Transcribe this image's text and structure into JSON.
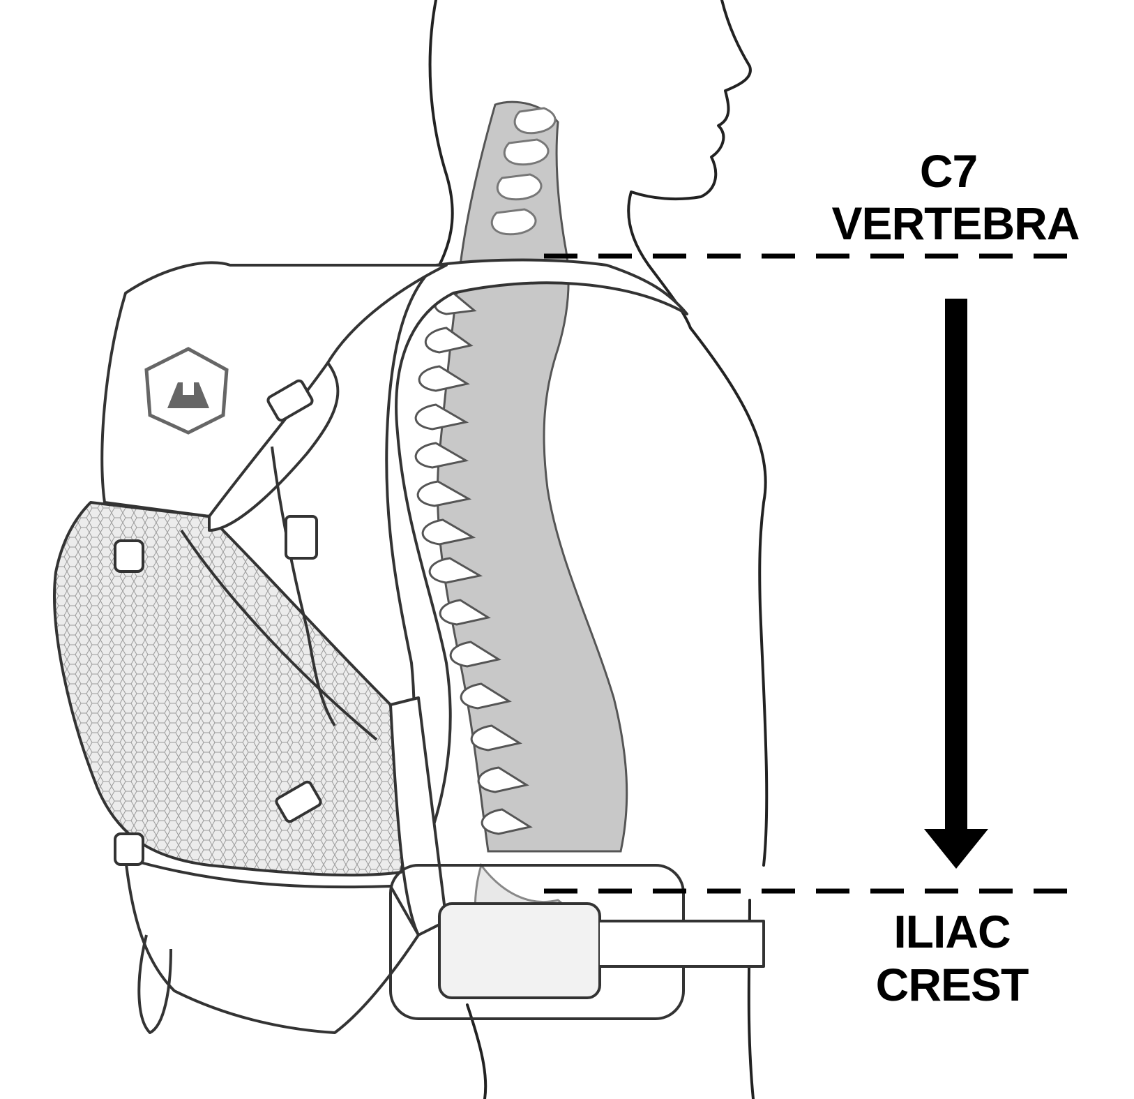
{
  "labels": {
    "c7_line1": "C7",
    "c7_line2": "VERTEBRA",
    "iliac_line1": "ILIAC",
    "iliac_line2": "CREST"
  },
  "colors": {
    "outline": "#333333",
    "spine_fill": "#c8c8c8",
    "mesh_fill": "#e6e6e6",
    "logo": "#666666",
    "text": "#000000"
  },
  "icons": {
    "logo": "hexagon-h-logo-icon",
    "arrow": "down-arrow-icon"
  }
}
